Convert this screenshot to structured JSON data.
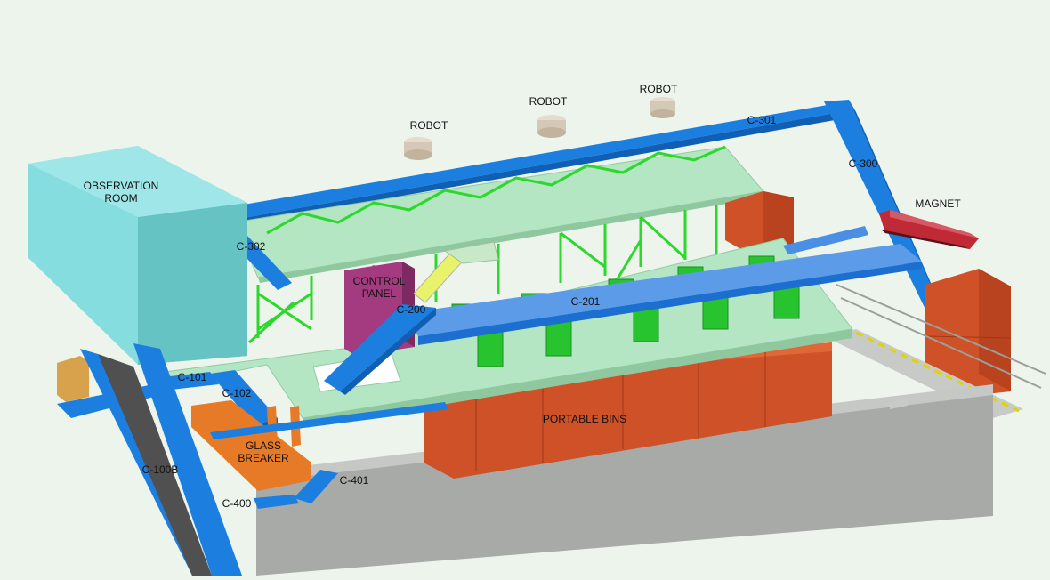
{
  "labels": {
    "observation_room": "OBSERVATION\nROOM",
    "robot_1": "ROBOT",
    "robot_2": "ROBOT",
    "robot_3": "ROBOT",
    "c301": "C-301",
    "c300": "C-300",
    "magnet": "MAGNET",
    "c302": "C-302",
    "control_panel": "CONTROL\nPANEL",
    "c200": "C-200",
    "c201": "C-201",
    "c101": "C-101",
    "c102": "C-102",
    "portable_bins": "PORTABLE BINS",
    "glass_breaker": "GLASS\nBREAKER",
    "c100b": "C-100B",
    "c401": "C-401",
    "c400": "C-400"
  },
  "colors": {
    "background": "#ecf4ec",
    "conveyor_blue": "#1c7fe0",
    "platform_green": "#b5e6c4",
    "frame_green": "#2dd82d",
    "bin_orange": "#cf5127",
    "room_cyan": "#86dde0",
    "panel_magenta": "#a43a7f",
    "wall_gray": "#a8aaa8",
    "robot_tan": "#d5c8b6",
    "magnet_red": "#c02a36"
  }
}
